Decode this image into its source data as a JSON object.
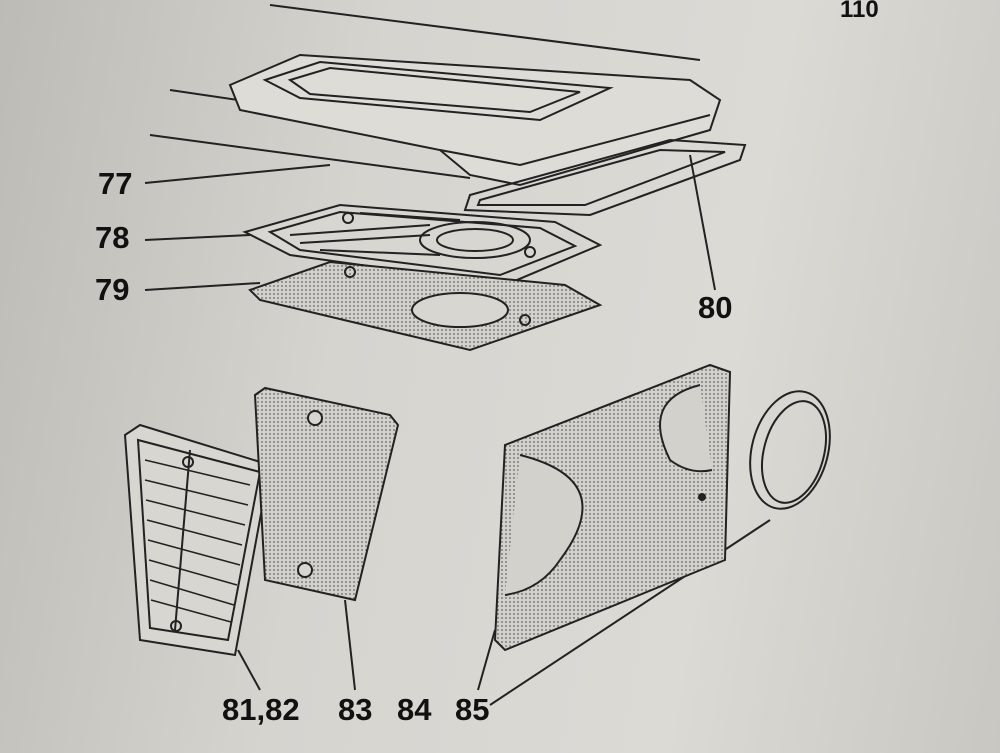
{
  "page_number": "110",
  "callouts": {
    "c77": "77",
    "c78": "78",
    "c79": "79",
    "c80": "80",
    "c81_82": "81,82",
    "c83": "83",
    "c84": "84",
    "c85": "85"
  },
  "colors": {
    "ink": "#222222",
    "paper": "#d6d4cf",
    "mesh": "#b9b7b2"
  }
}
